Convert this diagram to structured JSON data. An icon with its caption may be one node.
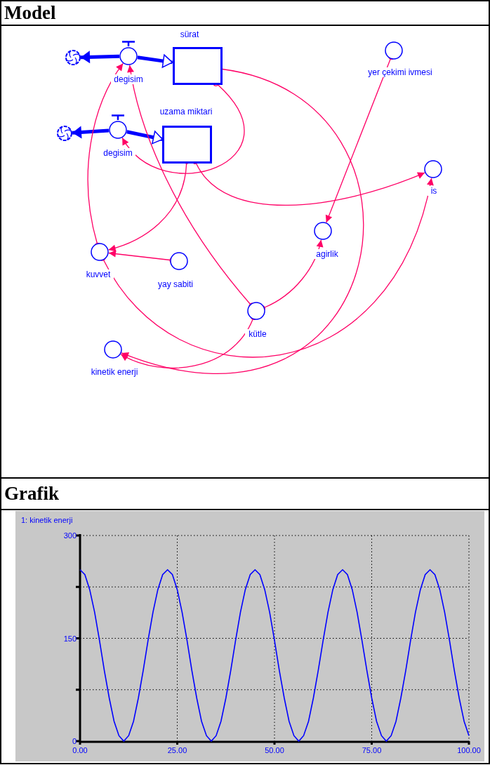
{
  "diagram": {
    "nodes": [
      {
        "text": [],
        "shape": "cloud"
      },
      {
        "text": [
          "degisim"
        ]
      },
      {
        "text": [
          "sürat"
        ]
      },
      {
        "text": [
          "yer çekimi ivmesi"
        ]
      },
      {
        "text": [],
        "shape": "cloud"
      },
      {
        "text": [
          "degisim"
        ]
      },
      {
        "text": [
          "uzama miktari"
        ]
      },
      {
        "text": [
          "is"
        ]
      },
      {
        "text": [
          "agirlik"
        ]
      },
      {
        "text": [
          "kuvvet"
        ]
      },
      {
        "text": [
          "yay sabiti"
        ]
      },
      {
        "text": [
          "kütle"
        ]
      },
      {
        "text": [
          "kinetik enerji"
        ]
      }
    ],
    "edges": [
      {
        "from": 1,
        "to": 0,
        "arrow": "to",
        "style": "thick",
        "color": "#0000ff"
      },
      {
        "from": 1,
        "to": 2,
        "arrow": "to",
        "style": "thick",
        "color": "#0000ff"
      },
      {
        "from": 5,
        "to": 4,
        "arrow": "to",
        "style": "thick",
        "color": "#0000ff"
      },
      {
        "from": 5,
        "to": 6,
        "arrow": "to",
        "style": "thick",
        "color": "#0000ff"
      },
      {
        "from": 2,
        "to": 12,
        "arrow": "to"
      },
      {
        "from": 2,
        "to": 5,
        "arrow": "to"
      },
      {
        "from": 6,
        "to": 9,
        "arrow": "to"
      },
      {
        "from": 6,
        "to": 7,
        "arrow": "to"
      },
      {
        "from": 11,
        "to": 1,
        "arrow": "to"
      },
      {
        "from": 9,
        "to": 1,
        "arrow": "to"
      },
      {
        "from": 9,
        "to": 7,
        "arrow": "to"
      },
      {
        "from": 10,
        "to": 9,
        "arrow": "to"
      },
      {
        "from": 3,
        "to": 8,
        "arrow": "to"
      },
      {
        "from": 11,
        "to": 8,
        "arrow": "to"
      },
      {
        "from": 11,
        "to": 12,
        "arrow": "to"
      }
    ],
    "labels": [
      "Model",
      "Grafik"
    ],
    "chart_data": {
      "type": "line",
      "title": "1: kinetik enerji",
      "x": [
        0,
        1.25,
        2.5,
        3.75,
        5,
        6.25,
        7.5,
        8.75,
        10,
        11.25,
        12.5,
        13.75,
        15,
        16.25,
        17.5,
        18.75,
        20,
        21.25,
        22.5,
        23.75,
        25,
        26.25,
        27.5,
        28.75,
        30,
        31.25,
        32.5,
        33.75,
        35,
        36.25,
        37.5,
        38.75,
        40,
        41.25,
        42.5,
        43.75,
        45,
        46.25,
        47.5,
        48.75,
        50,
        51.25,
        52.5,
        53.75,
        55,
        56.25,
        57.5,
        58.75,
        60,
        61.25,
        62.5,
        63.75,
        65,
        66.25,
        67.5,
        68.75,
        70,
        71.25,
        72.5,
        73.75,
        75,
        76.25,
        77.5,
        78.75,
        80,
        81.25,
        82.5,
        83.75,
        85,
        86.25,
        87.5,
        88.75,
        90,
        91.25,
        92.5,
        93.75,
        95,
        96.25,
        97.5,
        98.75,
        100
      ],
      "series": [
        {
          "color": "#0000ff",
          "values": [
            250,
            243,
            221,
            188,
            147,
            103,
            63,
            29,
            8,
            0,
            8,
            29,
            63,
            103,
            147,
            188,
            221,
            243,
            250,
            243,
            221,
            188,
            147,
            103,
            63,
            29,
            8,
            0,
            8,
            29,
            63,
            103,
            147,
            188,
            221,
            243,
            250,
            243,
            221,
            188,
            147,
            103,
            63,
            29,
            8,
            0,
            8,
            29,
            63,
            103,
            147,
            188,
            221,
            243,
            250,
            243,
            221,
            188,
            147,
            103,
            63,
            29,
            8,
            0,
            8,
            29,
            63,
            103,
            147,
            188,
            221,
            243,
            250,
            243,
            221,
            188,
            147,
            103,
            63,
            29,
            8
          ]
        }
      ],
      "grid": true,
      "xlim": [
        0,
        100
      ],
      "ylim": [
        0,
        300
      ],
      "xticks": [
        {
          "value": 0,
          "label": "0.00"
        },
        {
          "value": 25,
          "label": "25.00"
        },
        {
          "value": 50,
          "label": "50.00"
        },
        {
          "value": 75,
          "label": "75.00"
        },
        {
          "value": 100,
          "label": "100.00"
        }
      ],
      "yticks": [
        0,
        150,
        300
      ]
    }
  }
}
